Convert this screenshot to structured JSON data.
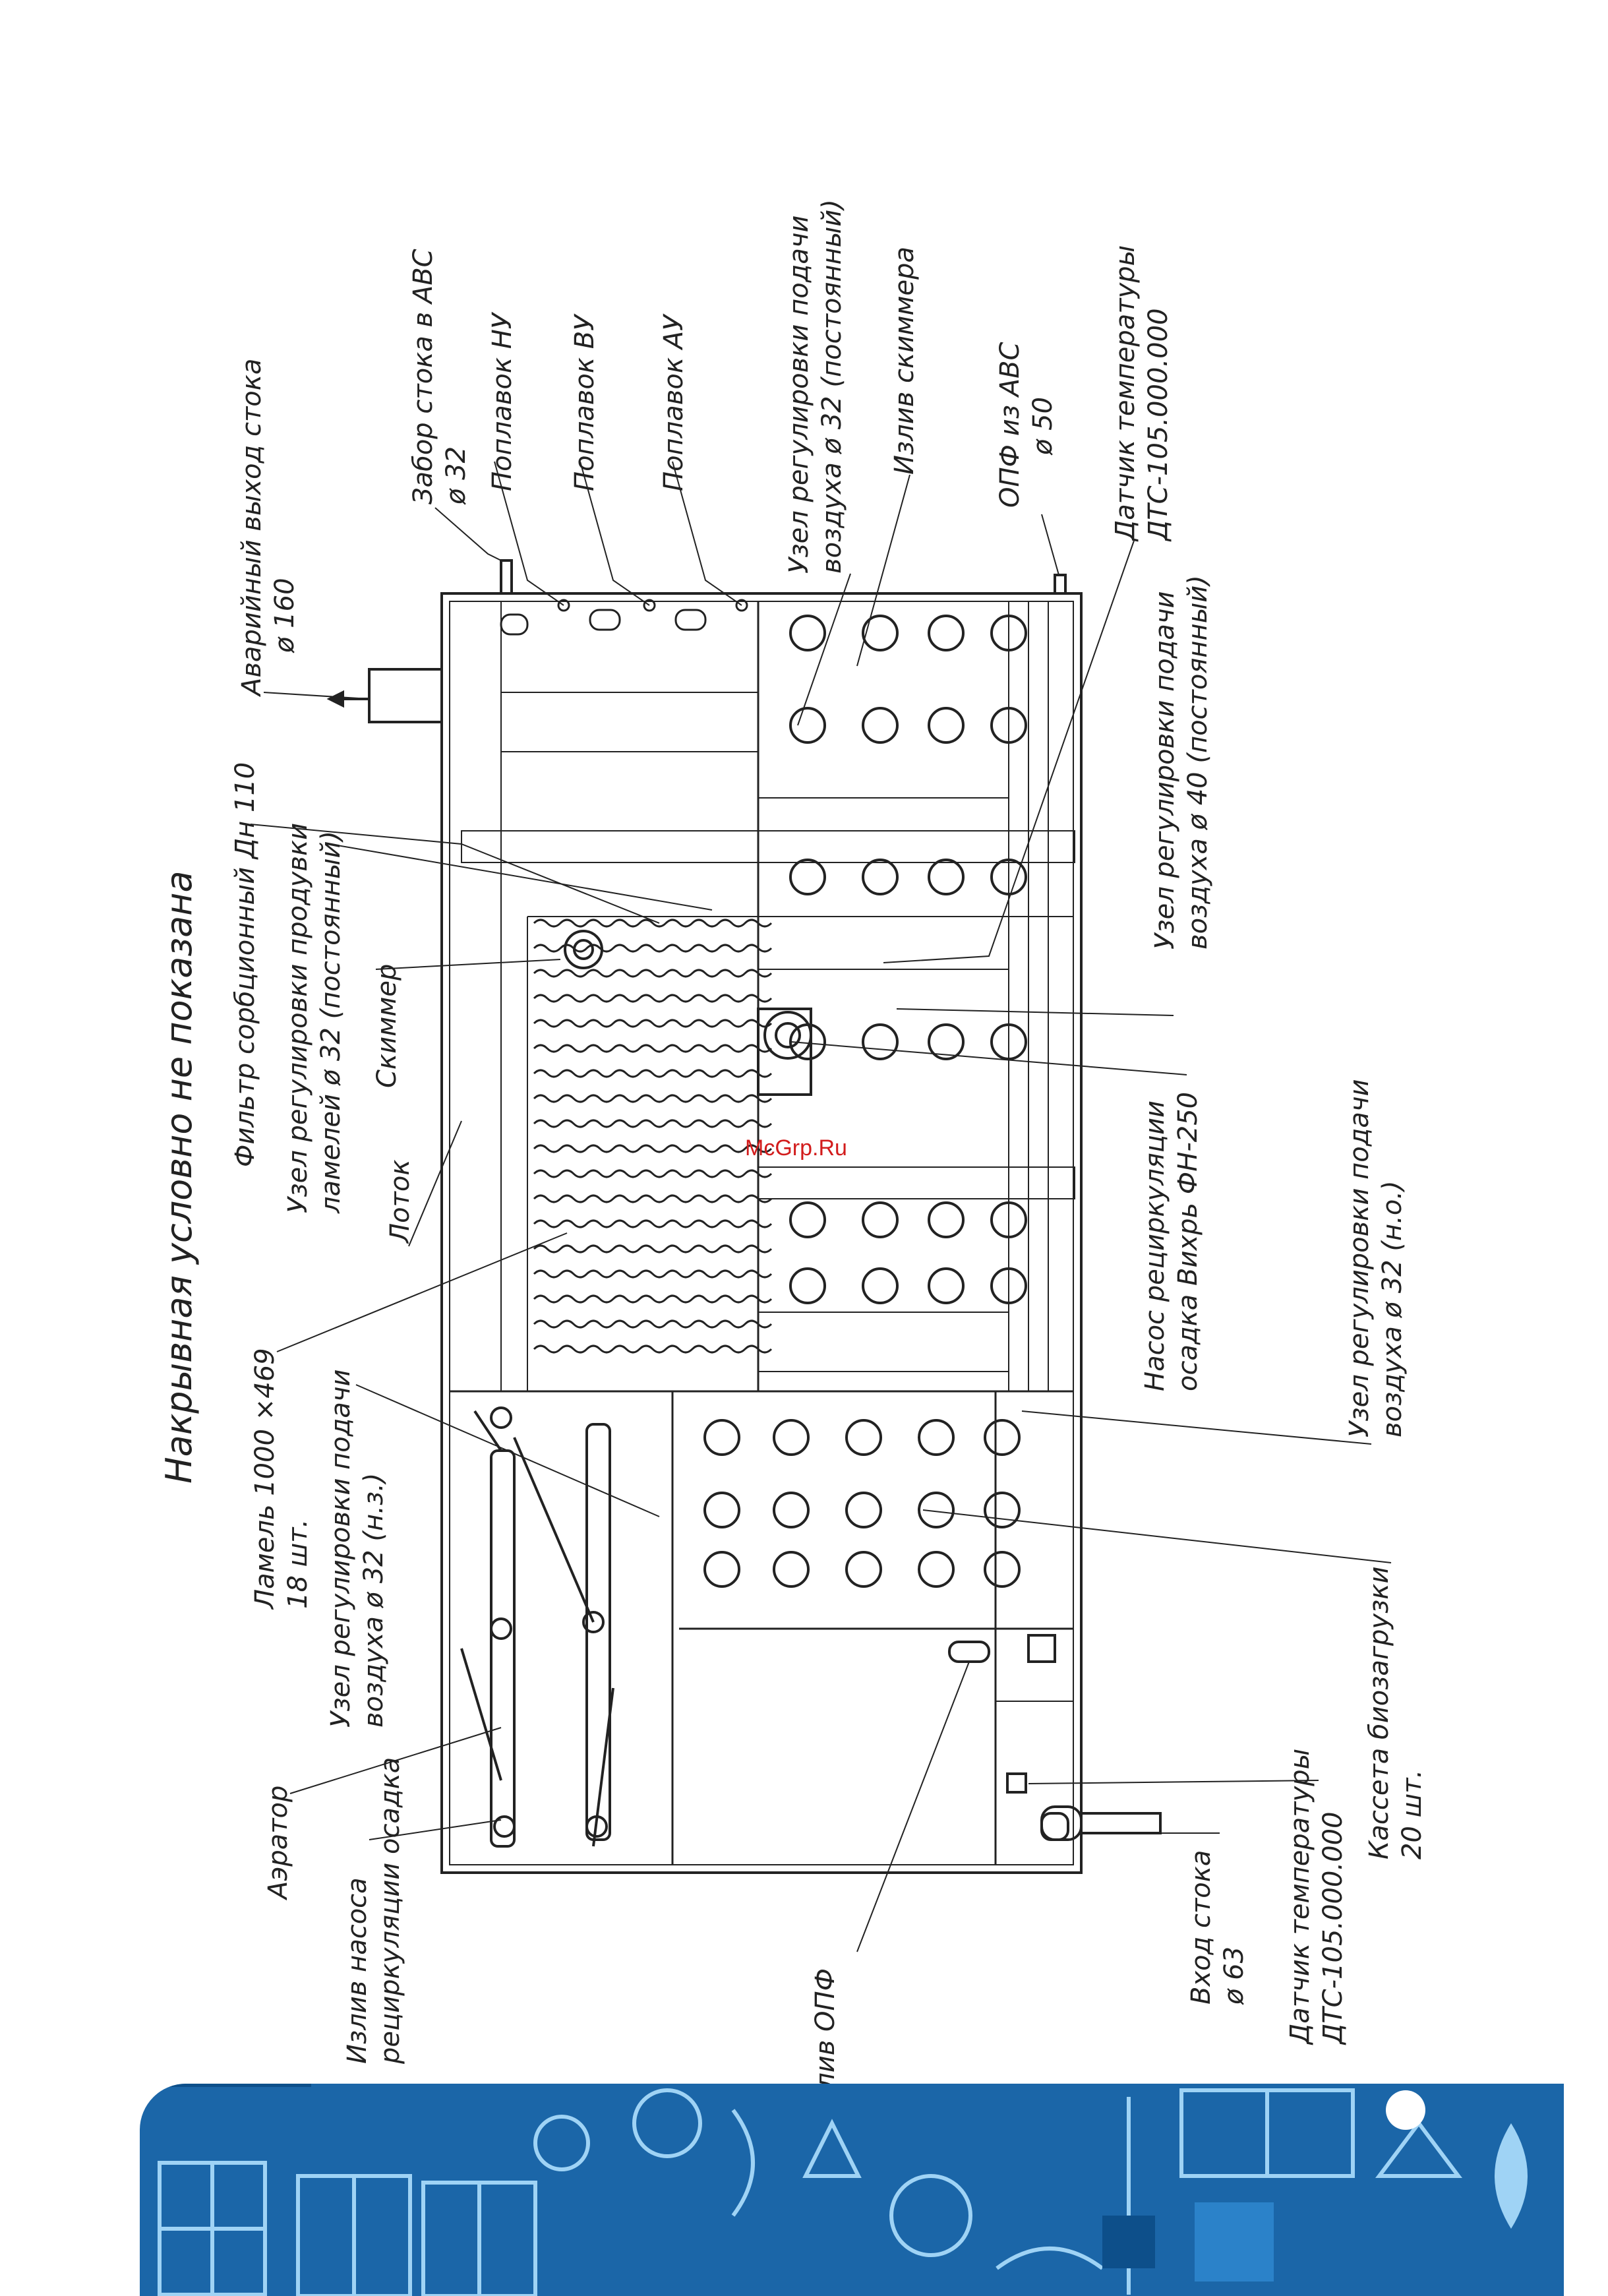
{
  "title": "Накрывная условно не показана",
  "watermark": "McGrp.Ru",
  "labels": [
    {
      "id": "avariyny",
      "l1": "Аварийный выход стока",
      "l2": "ø 160"
    },
    {
      "id": "zabor",
      "l1": "Забор стока в АВС",
      "l2": "ø 32"
    },
    {
      "id": "poplavok-nu",
      "l1": "Поплавок НУ",
      "l2": ""
    },
    {
      "id": "poplavok-vu",
      "l1": "Поплавок ВУ",
      "l2": ""
    },
    {
      "id": "poplavok-au",
      "l1": "Поплавок АУ",
      "l2": ""
    },
    {
      "id": "uzel-32-post",
      "l1": "Узел регулировки подачи",
      "l2": "воздуха ø 32 (постоянный)"
    },
    {
      "id": "izliv-skimmera",
      "l1": "Излив скиммера",
      "l2": ""
    },
    {
      "id": "opf-iz-avs",
      "l1": "ОПФ из АВС",
      "l2": "ø 50"
    },
    {
      "id": "datchik-top",
      "l1": "Датчик температуры",
      "l2": "ДТС-105.000.000"
    },
    {
      "id": "filtr",
      "l1": "Фильтр сорбционный Дн 110",
      "l2": ""
    },
    {
      "id": "uzel-produvki",
      "l1": "Узел регулировки продувки",
      "l2": "ламелей ø 32 (постоянный)"
    },
    {
      "id": "skimmer",
      "l1": "Скиммер",
      "l2": ""
    },
    {
      "id": "lotok",
      "l1": "Лоток",
      "l2": ""
    },
    {
      "id": "uzel-40",
      "l1": "Узел регулировки подачи",
      "l2": "воздуха ø 40 (постоянный)"
    },
    {
      "id": "nasos",
      "l1": "Насос рециркуляции",
      "l2": "осадка Вихрь ФН-250"
    },
    {
      "id": "uzel-32-no",
      "l1": "Узел регулировки подачи",
      "l2": "воздуха ø 32 (н.о.)"
    },
    {
      "id": "lamel",
      "l1": "Ламель 1000 ×469",
      "l2": "18 шт."
    },
    {
      "id": "uzel-32-nz",
      "l1": "Узел регулировки подачи",
      "l2": "воздуха ø 32 (н.з.)"
    },
    {
      "id": "kasseta",
      "l1": "Кассета биозагрузки",
      "l2": "20 шт."
    },
    {
      "id": "aerator",
      "l1": "Аэратор",
      "l2": ""
    },
    {
      "id": "izliv-nasosa",
      "l1": "Излив насоса",
      "l2": "рециркуляции осадка"
    },
    {
      "id": "izliv-opf",
      "l1": "Излив ОПФ",
      "l2": ""
    },
    {
      "id": "vkhod",
      "l1": "Вход стока",
      "l2": "ø 63"
    },
    {
      "id": "datchik-bottom",
      "l1": "Датчик температуры",
      "l2": "ДТС-105.000.000"
    }
  ]
}
